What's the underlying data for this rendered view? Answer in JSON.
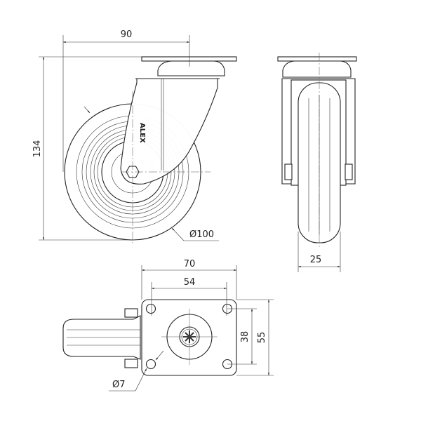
{
  "drawing": {
    "brand_logo": "ALEX",
    "dimensions": {
      "swivel_offset": "90",
      "overall_height": "134",
      "wheel_diameter": "Ø100",
      "wheel_width": "25",
      "plate_length": "70",
      "hole_spacing_long": "54",
      "hole_spacing_short": "38",
      "plate_width": "55",
      "hole_diameter": "Ø7"
    }
  }
}
